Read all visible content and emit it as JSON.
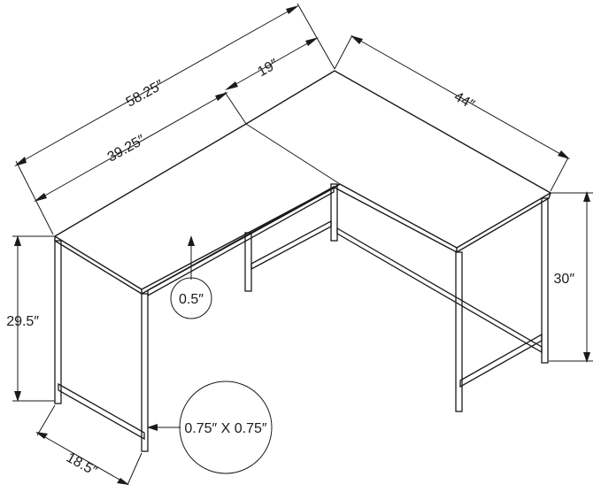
{
  "product": "L-shaped corner desk dimension drawing",
  "dimensions": {
    "total_width": "58.25″",
    "desk_width": "39.25″",
    "return_depth": "19″",
    "return_length": "44″",
    "return_height": "30″",
    "desk_height": "29.5″",
    "desk_depth": "18.5″",
    "top_thickness": "0.5″",
    "leg_profile": "0.75″ X 0.75″"
  }
}
